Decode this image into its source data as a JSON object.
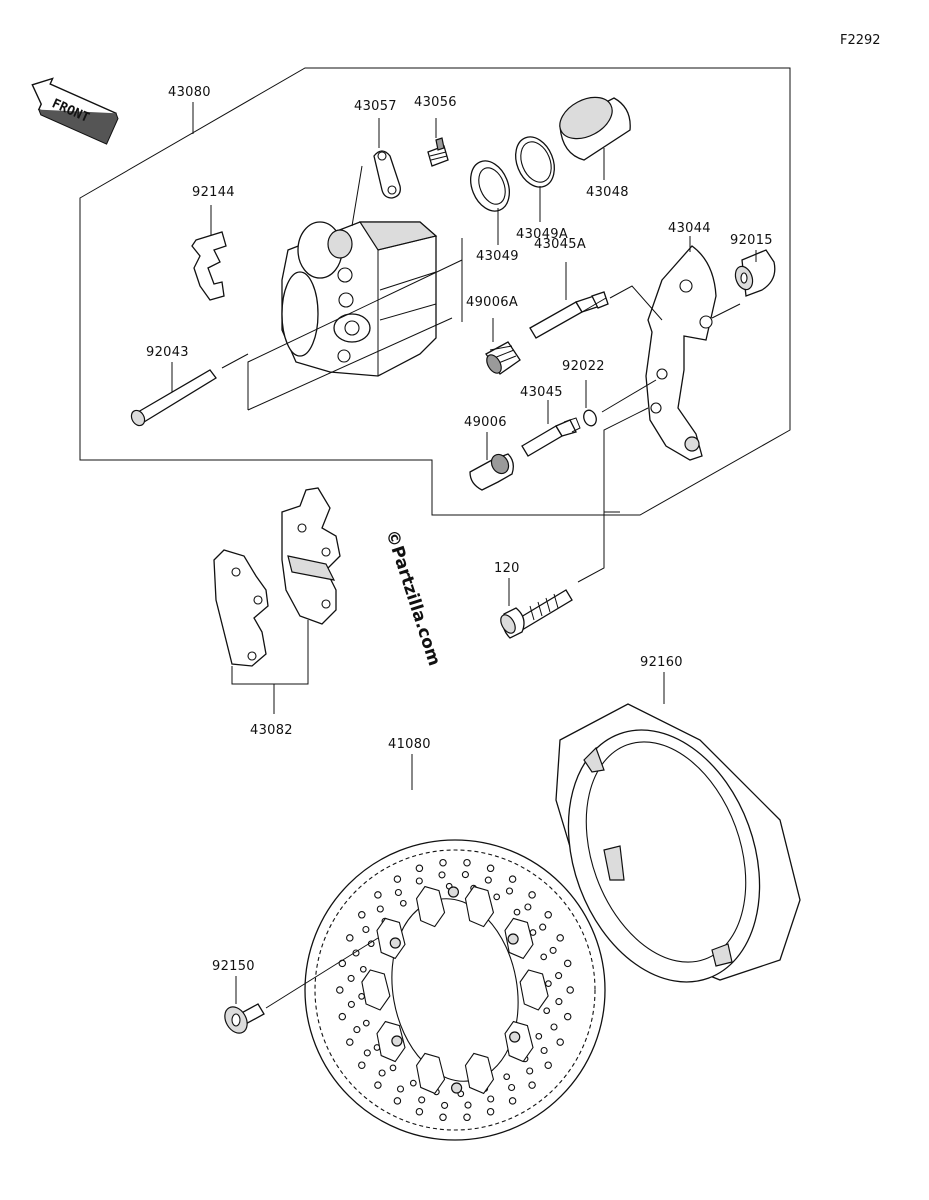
{
  "figure_code": "F2292",
  "front_label": "FRONT",
  "watermark": "©Partzilla.com",
  "parts": [
    {
      "id": "p43080",
      "label": "43080"
    },
    {
      "id": "p43057",
      "label": "43057"
    },
    {
      "id": "p43056",
      "label": "43056"
    },
    {
      "id": "p92144",
      "label": "92144"
    },
    {
      "id": "p43048",
      "label": "43048"
    },
    {
      "id": "p43049A",
      "label": "43049A"
    },
    {
      "id": "p43049",
      "label": "43049"
    },
    {
      "id": "p43044",
      "label": "43044"
    },
    {
      "id": "p92015",
      "label": "92015"
    },
    {
      "id": "p43045A",
      "label": "43045A"
    },
    {
      "id": "p49006A",
      "label": "49006A"
    },
    {
      "id": "p92043",
      "label": "92043"
    },
    {
      "id": "p92022",
      "label": "92022"
    },
    {
      "id": "p43045",
      "label": "43045"
    },
    {
      "id": "p49006",
      "label": "49006"
    },
    {
      "id": "p120",
      "label": "120"
    },
    {
      "id": "p92160",
      "label": "92160"
    },
    {
      "id": "p43082",
      "label": "43082"
    },
    {
      "id": "p41080",
      "label": "41080"
    },
    {
      "id": "p92150",
      "label": "92150"
    }
  ]
}
